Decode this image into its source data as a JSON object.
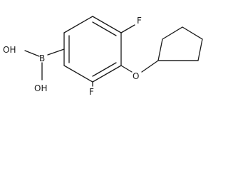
{
  "molecule": {
    "atoms": {
      "boron": "B",
      "hydroxyl_top": "OH",
      "hydroxyl_bottom": "OH",
      "fluorine_top": "F",
      "fluorine_bottom": "F",
      "ether_oxygen": "O"
    },
    "colors": {
      "bond": "#1a1a1a",
      "label": "#1a1a1a",
      "background": "#ffffff"
    }
  }
}
